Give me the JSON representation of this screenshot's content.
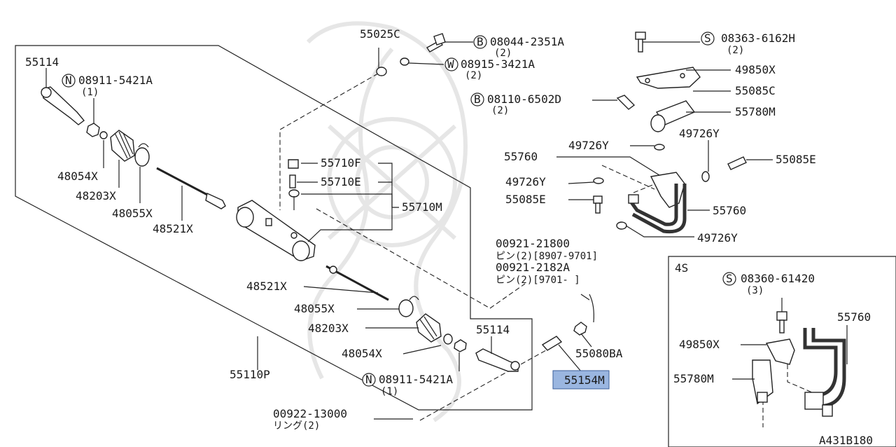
{
  "diagram": {
    "figure_code": "A431B180",
    "inset_label": "4S",
    "highlight_color": "#9ab6e0",
    "parts": {
      "p55025C": "55025C",
      "p08044": "08044-2351A",
      "p08044_q": "(2)",
      "p08044_pfx": "B",
      "p08915": "08915-3421A",
      "p08915_q": "(2)",
      "p08915_pfx": "W",
      "p55114a": "55114",
      "p08911a": "08911-5421A",
      "p08911a_q": "(1)",
      "p08911a_pfx": "N",
      "p48054a": "48054X",
      "p48203a": "48203X",
      "p48055a": "48055X",
      "p48521a": "48521X",
      "p55710F": "55710F",
      "p55710E": "55710E",
      "p55710M": "55710M",
      "p48521b": "48521X",
      "p48055b": "48055X",
      "p48203b": "48203X",
      "p48054b": "48054X",
      "p55114b": "55114",
      "p08911b": "08911-5421A",
      "p08911b_q": "(1)",
      "p08911b_pfx": "N",
      "p55110P": "55110P",
      "p00922": "00922-13000",
      "p00922_note": "リング(2)",
      "p08363": "08363-6162H",
      "p08363_q": "(2)",
      "p08363_pfx": "S",
      "p49850a": "49850X",
      "p55085C": "55085C",
      "p08110": "08110-6502D",
      "p08110_q": "(2)",
      "p08110_pfx": "B",
      "p55780a": "55780M",
      "p49726a": "49726Y",
      "p49726b": "49726Y",
      "p55760a": "55760",
      "p55085E_a": "55085E",
      "p49726c": "49726Y",
      "p55085E_b": "55085E",
      "p55760b": "55760",
      "p49726d": "49726Y",
      "p00921a": "00921-21800",
      "p00921a_note": "ピン(2)[8907-9701]",
      "p00921b": "00921-2182A",
      "p00921b_note": "ピン(2)[9701-     ]",
      "p55080BA": "55080BA",
      "p55154M": "55154M",
      "p08360": "08360-61420",
      "p08360_q": "(3)",
      "p08360_pfx": "S",
      "p55760c": "55760",
      "p49850b": "49850X",
      "p55780b": "55780M"
    }
  }
}
